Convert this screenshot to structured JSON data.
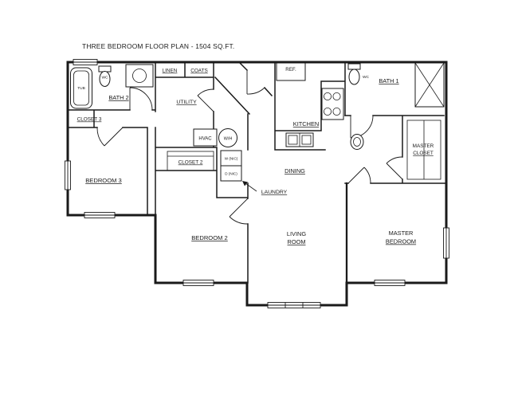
{
  "title": "THREE BEDROOM FLOOR PLAN - 1504  SQ.FT.",
  "colors": {
    "line": "#1a1a1a",
    "background": "#ffffff"
  },
  "rooms": {
    "bath2": "BATH 2",
    "linen": "LINEN",
    "coats": "COATS",
    "closet3": "CLOSET 3",
    "utility": "UTILITY",
    "closet2": "CLOSET 2",
    "laundry": "LAUNDRY",
    "bedroom3": "BEDROOM 3",
    "bedroom2": "BEDROOM 2",
    "kitchen": "KITCHEN",
    "dining": "DINING",
    "bath1": "BATH 1",
    "living_1": "LIVING",
    "living_2": "ROOM",
    "master_closet_1": "MASTER",
    "master_closet_2": "CLOSET",
    "master_bedroom_1": "MASTER",
    "master_bedroom_2": "BEDROOM"
  },
  "fixtures": {
    "tub": "TUB",
    "wc": "WC",
    "hvac": "HVAC",
    "water_heater": "W/H",
    "washer": "W (NIC)",
    "dryer": "D (NIC)",
    "fridge": "REF."
  }
}
